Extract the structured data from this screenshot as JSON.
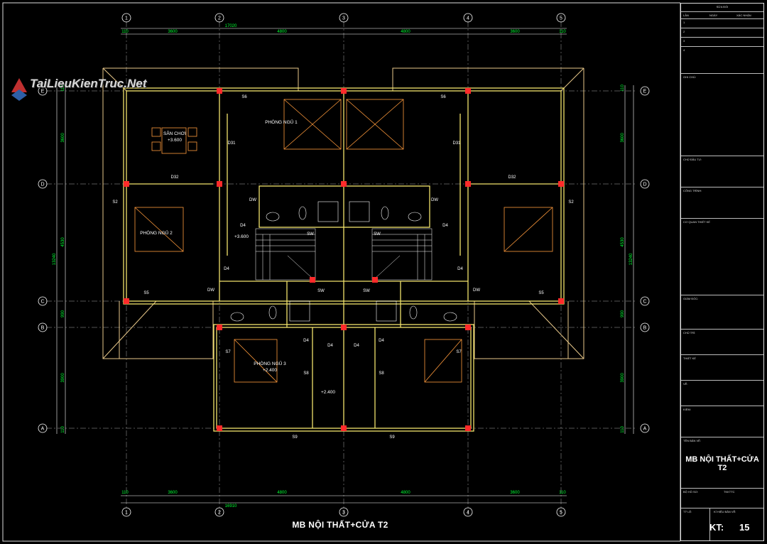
{
  "watermark": "TaiLieuKienTruc.Net",
  "drawing_title": "MB NỘI THẤT+CỬA T2",
  "title_block": {
    "revision_header": "SỬA ĐỔI",
    "rev_cols": [
      "LẦN",
      "NGÀY",
      "XÁC NHẬN"
    ],
    "rev_rows": [
      "1",
      "2",
      "3",
      "4"
    ],
    "notes_label": "GHI CHÚ:",
    "owner_label": "CHỦ ĐẦU TƯ:",
    "project_label": "CÔNG TRÌNH:",
    "design_agency_label": "CƠ QUAN THIẾT KẾ",
    "director_label": "GIÁM ĐỐC:",
    "lead_label": "CHỦ TRÌ:",
    "design_label": "THIẾT KẾ",
    "drawn_label": "VẼ:",
    "check_label": "KIỂM:",
    "drawing_name_label": "TÊN BẢN VẼ:",
    "sheet_title": "MB NỘI THẤT+CỬA T2",
    "set_label": "BỘ HỒ SƠ:",
    "set_value": "TKKTTC",
    "scale_label": "TỶ LỆ:",
    "sheet_no_label": "KÍ HIỆU BẢN VẼ:",
    "sheet_code": "KT:",
    "sheet_number": "15"
  },
  "grid": {
    "columns": [
      "1",
      "2",
      "3",
      "4",
      "5"
    ],
    "rows": [
      "E",
      "D",
      "C",
      "B",
      "A"
    ]
  },
  "dimensions": {
    "top_total": "17020",
    "bottom_total": "16910",
    "top_segments": [
      "110",
      "3600",
      "4800",
      "4800",
      "3600",
      "110"
    ],
    "bottom_segments": [
      "110",
      "3600",
      "4800",
      "4800",
      "3600",
      "110"
    ],
    "left_total": "13240",
    "left_segments": [
      "110",
      "3600",
      "4530",
      "990",
      "3900",
      "110"
    ],
    "right_total": "13240",
    "right_segments": [
      "110",
      "3600",
      "4530",
      "990",
      "3900",
      "110"
    ]
  },
  "rooms": [
    {
      "id": "bed1",
      "name": "PHÒNG NGỦ 1",
      "level": ""
    },
    {
      "id": "play",
      "name": "SÂN CHƠI",
      "level": "+3.600"
    },
    {
      "id": "bed2",
      "name": "PHÒNG NGỦ 2",
      "level": ""
    },
    {
      "id": "bed3",
      "name": "PHÒNG NGỦ 3",
      "level": "+2.400"
    },
    {
      "id": "stair",
      "name": "",
      "level": "+3.600"
    },
    {
      "id": "hall",
      "name": "",
      "level": "+2.400"
    }
  ],
  "door_tags": [
    "S6",
    "S6",
    "D31",
    "D31",
    "D32",
    "D32",
    "S2",
    "S2",
    "DW",
    "DW",
    "D4",
    "D4",
    "SW",
    "SW",
    "S5",
    "S5",
    "DW",
    "DW",
    "SW",
    "SW",
    "D4",
    "D4",
    "D4",
    "D4",
    "S7",
    "S7",
    "S8",
    "S8",
    "S9",
    "S9",
    "D4",
    "D4"
  ]
}
